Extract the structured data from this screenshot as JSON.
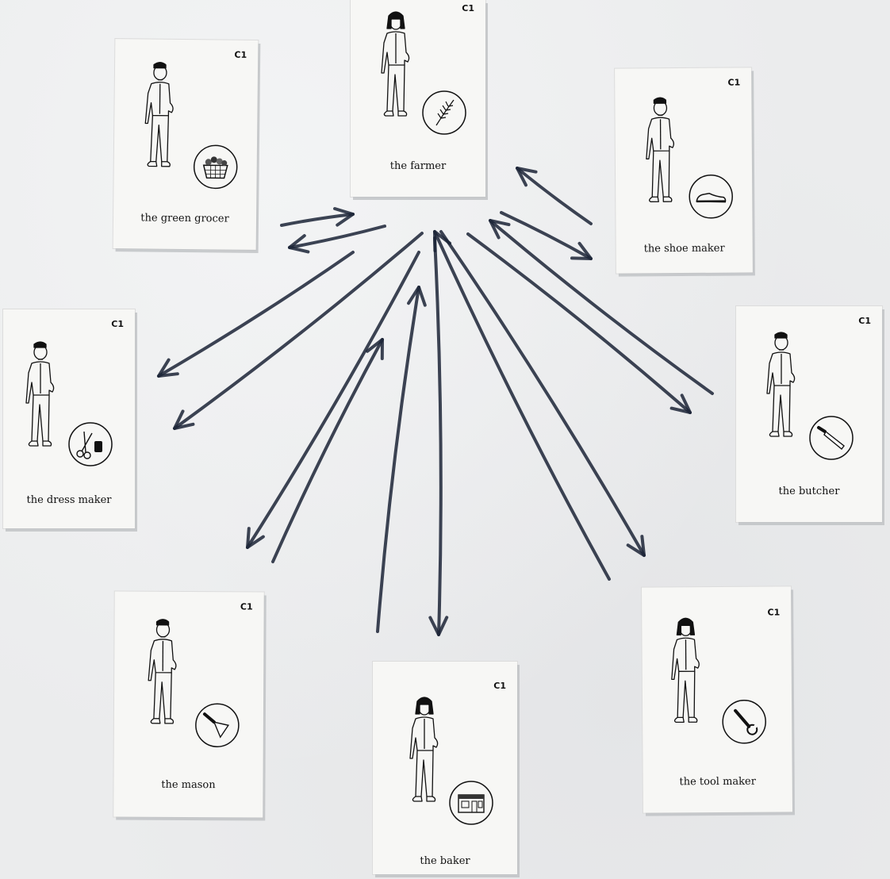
{
  "card_code": "C1",
  "ink_color": "#1b2336",
  "cards": [
    {
      "id": "farmer",
      "label": "the farmer",
      "icon": "wheat-icon"
    },
    {
      "id": "green-grocer",
      "label": "the green grocer",
      "icon": "vegetable-basket-icon"
    },
    {
      "id": "shoe-maker",
      "label": "the shoe maker",
      "icon": "shoe-icon"
    },
    {
      "id": "dress-maker",
      "label": "the dress maker",
      "icon": "scissors-thread-icon"
    },
    {
      "id": "butcher",
      "label": "the butcher",
      "icon": "knife-icon"
    },
    {
      "id": "mason",
      "label": "the mason",
      "icon": "trowel-icon"
    },
    {
      "id": "baker",
      "label": "the baker",
      "icon": "bakery-shop-icon"
    },
    {
      "id": "tool-maker",
      "label": "the tool maker",
      "icon": "wrench-icon"
    }
  ],
  "connections": [
    {
      "from": "farmer",
      "to": "green-grocer",
      "bidirectional": true
    },
    {
      "from": "farmer",
      "to": "shoe-maker",
      "bidirectional": true
    },
    {
      "from": "farmer",
      "to": "dress-maker",
      "bidirectional": true
    },
    {
      "from": "farmer",
      "to": "butcher",
      "bidirectional": true
    },
    {
      "from": "farmer",
      "to": "mason",
      "bidirectional": true
    },
    {
      "from": "farmer",
      "to": "baker",
      "bidirectional": true
    },
    {
      "from": "farmer",
      "to": "tool-maker",
      "bidirectional": true
    }
  ]
}
